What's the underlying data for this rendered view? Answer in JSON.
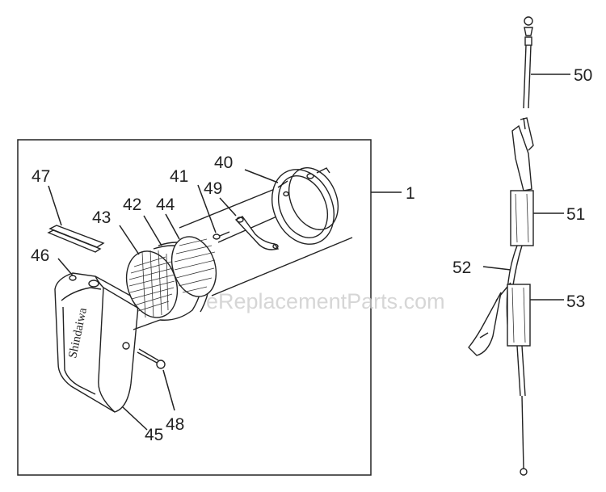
{
  "watermark": "eReplacementParts.com",
  "brand_text": "Shindaiwa",
  "labels": {
    "l1": "1",
    "l40": "40",
    "l41": "41",
    "l42": "42",
    "l43": "43",
    "l44": "44",
    "l45": "45",
    "l46": "46",
    "l47": "47",
    "l48": "48",
    "l49": "49",
    "l50": "50",
    "l51": "51",
    "l52": "52",
    "l53": "53"
  },
  "parts": [
    {
      "id": "40",
      "name": "headlight-ring"
    },
    {
      "id": "41",
      "name": "screw"
    },
    {
      "id": "42",
      "name": "reflector"
    },
    {
      "id": "43",
      "name": "lens"
    },
    {
      "id": "44",
      "name": "bulb-housing"
    },
    {
      "id": "45",
      "name": "headlight-cover"
    },
    {
      "id": "46",
      "name": "cover-pin"
    },
    {
      "id": "47",
      "name": "gasket-strip"
    },
    {
      "id": "48",
      "name": "screw"
    },
    {
      "id": "49",
      "name": "bracket"
    },
    {
      "id": "50",
      "name": "cable-rod"
    },
    {
      "id": "51",
      "name": "sleeve-upper"
    },
    {
      "id": "52",
      "name": "wire"
    },
    {
      "id": "53",
      "name": "sleeve-lower"
    }
  ]
}
